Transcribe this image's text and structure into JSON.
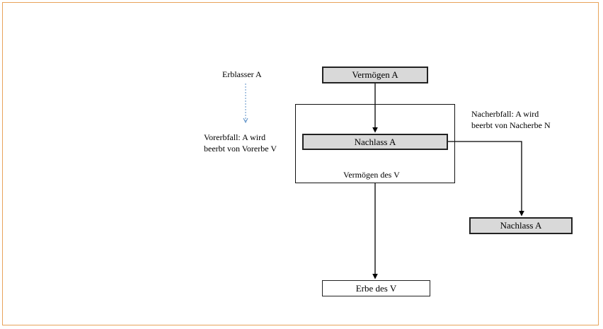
{
  "diagram": {
    "erblasser": "Erblasser A",
    "vorerbfall_line1": "Vorerbfall: A wird",
    "vorerbfall_line2": "beerbt von Vorerbe V",
    "nacherbfall_line1": "Nacherbfall: A wird",
    "nacherbfall_line2": "beerbt von Nacherbe N",
    "vermoegen_a": "Vermögen A",
    "nachlass_a_inner": "Nachlass A",
    "vermoegen_v": "Vermögen des V",
    "nachlass_a_right": "Nachlass A",
    "erbe_v": "Erbe des V"
  },
  "colors": {
    "frame": "#e8a35a",
    "shaded_box": "#d9d9d9",
    "dashed_arrow": "#5b8fc7"
  }
}
